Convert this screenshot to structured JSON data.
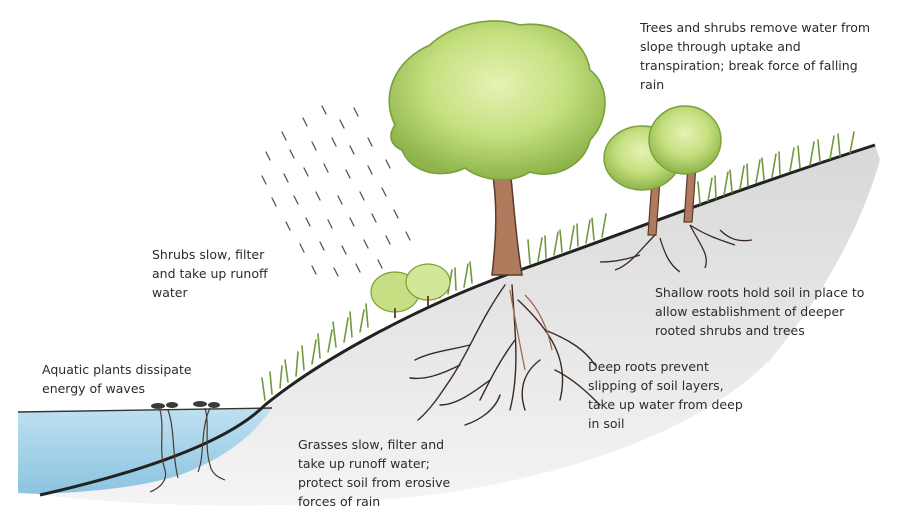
{
  "annotations": {
    "trees": {
      "lines": [
        "Trees and shrubs remove water from",
        "slope through uptake and",
        "transpiration; break force of falling",
        "rain"
      ]
    },
    "shrubs": {
      "lines": [
        "Shrubs slow, filter",
        "and take up runoff",
        "water"
      ]
    },
    "shallow_roots": {
      "lines": [
        "Shallow roots hold soil in place to",
        "allow establishment of deeper",
        "rooted shrubs and trees"
      ]
    },
    "deep_roots": {
      "lines": [
        "Deep roots prevent",
        "slipping of soil layers,",
        "take up water from deep",
        "in soil"
      ]
    },
    "aquatic": {
      "lines": [
        "Aquatic plants dissipate",
        "energy of waves"
      ]
    },
    "grasses": {
      "lines": [
        "Grasses slow, filter and",
        "take up runoff water;",
        "protect soil from erosive",
        "forces of rain"
      ]
    }
  },
  "colors": {
    "water": "#a9d4ea",
    "soil": "#e4e4e4",
    "soil_edge": "#222222",
    "foliage_light": "#cde68a",
    "foliage_dark": "#8fb84a",
    "trunk": "#b07a5c",
    "grass": "#6f9a3c",
    "roots": "#3a2a22",
    "rain": "#555555"
  }
}
